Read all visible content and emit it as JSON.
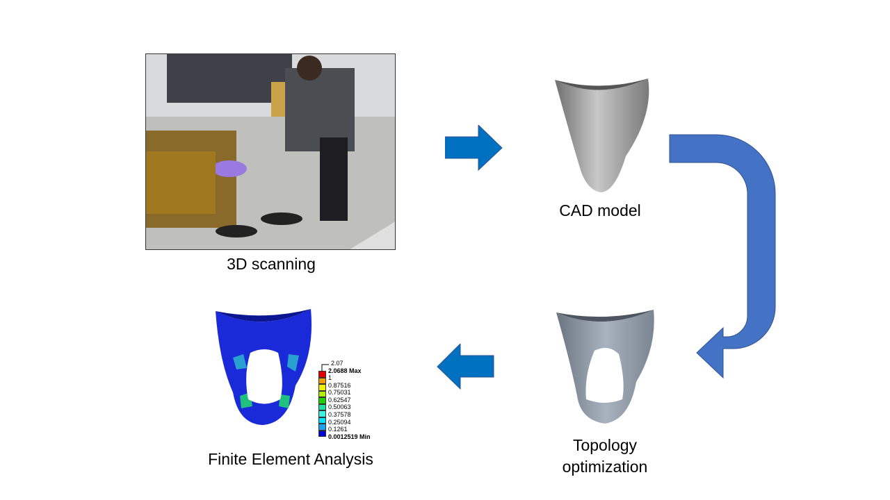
{
  "steps": {
    "scanning": {
      "caption": "3D scanning"
    },
    "cad": {
      "caption": "CAD model"
    },
    "topology": {
      "caption_line1": "Topology",
      "caption_line2": "optimization"
    },
    "fea": {
      "caption": "Finite Element Analysis"
    }
  },
  "fea_legend": {
    "top": "2.07",
    "max": "2.0688 Max",
    "values": [
      "1",
      "0.87516",
      "0.75031",
      "0.62547",
      "0.50063",
      "0.37578",
      "0.25094",
      "0.1261"
    ],
    "min": "0.0012519 Min",
    "colors": [
      "#e00000",
      "#f0a000",
      "#f0f000",
      "#b0f000",
      "#20d000",
      "#20e0a0",
      "#40f0e0",
      "#00e0ff",
      "#20a0f0",
      "#0000d0"
    ]
  },
  "colors": {
    "arrow_small": "#0070c0",
    "arrow_big": "#4472c4"
  }
}
